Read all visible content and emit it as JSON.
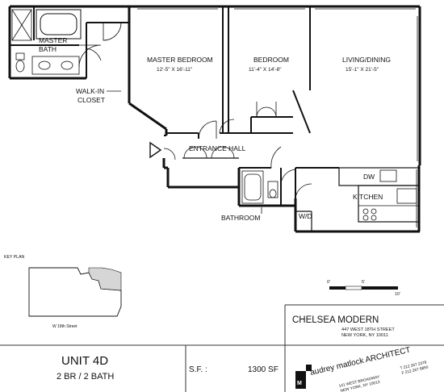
{
  "rooms": {
    "master_bath": {
      "name_line1": "MASTER",
      "name_line2": "BATH"
    },
    "walk_in_closet": {
      "name_line1": "WALK-IN",
      "name_line2": "CLOSET"
    },
    "master_bedroom": {
      "name": "MASTER BEDROOM",
      "dims": "12'-5\" X 16'-11\""
    },
    "bedroom": {
      "name": "BEDROOM",
      "dims": "11'-4\" X 14'-8\""
    },
    "living_dining": {
      "name": "LIVING/DINING",
      "dims": "15'-1\" X 21'-5\""
    },
    "entrance_hall": {
      "name": "ENTRANCE HALL"
    },
    "kitchen": {
      "name": "KITCHEN"
    },
    "bathroom": {
      "name": "BATHROOM"
    },
    "dw": {
      "name": "DW"
    },
    "wd": {
      "name": "W/D"
    }
  },
  "key_plan": {
    "label": "KEY PLAN",
    "street": "W 18th Street"
  },
  "scale": {
    "t0": "0'",
    "t5": "5'",
    "t10": "10'"
  },
  "unit": {
    "name": "UNIT 4D",
    "beds": "2 BR / 2 BATH"
  },
  "sf": {
    "label": "S.F. :",
    "value": "1300 SF"
  },
  "building": {
    "name": "CHELSEA MODERN",
    "address1": "447 WEST 18TH STREET",
    "address2": "NEW YORK, NY 10011"
  },
  "architect": {
    "name": "audrey matlock ARCHITECT",
    "address1": "141 WEST BROADWAY",
    "address2": "NEW YORK, NY 10013",
    "phone": "T 212 267 2378",
    "fax": "F 212 267 8850"
  },
  "colors": {
    "wall": "#111111",
    "keyplan_fill": "#d6d6d6",
    "sheet_border": "#333333"
  }
}
